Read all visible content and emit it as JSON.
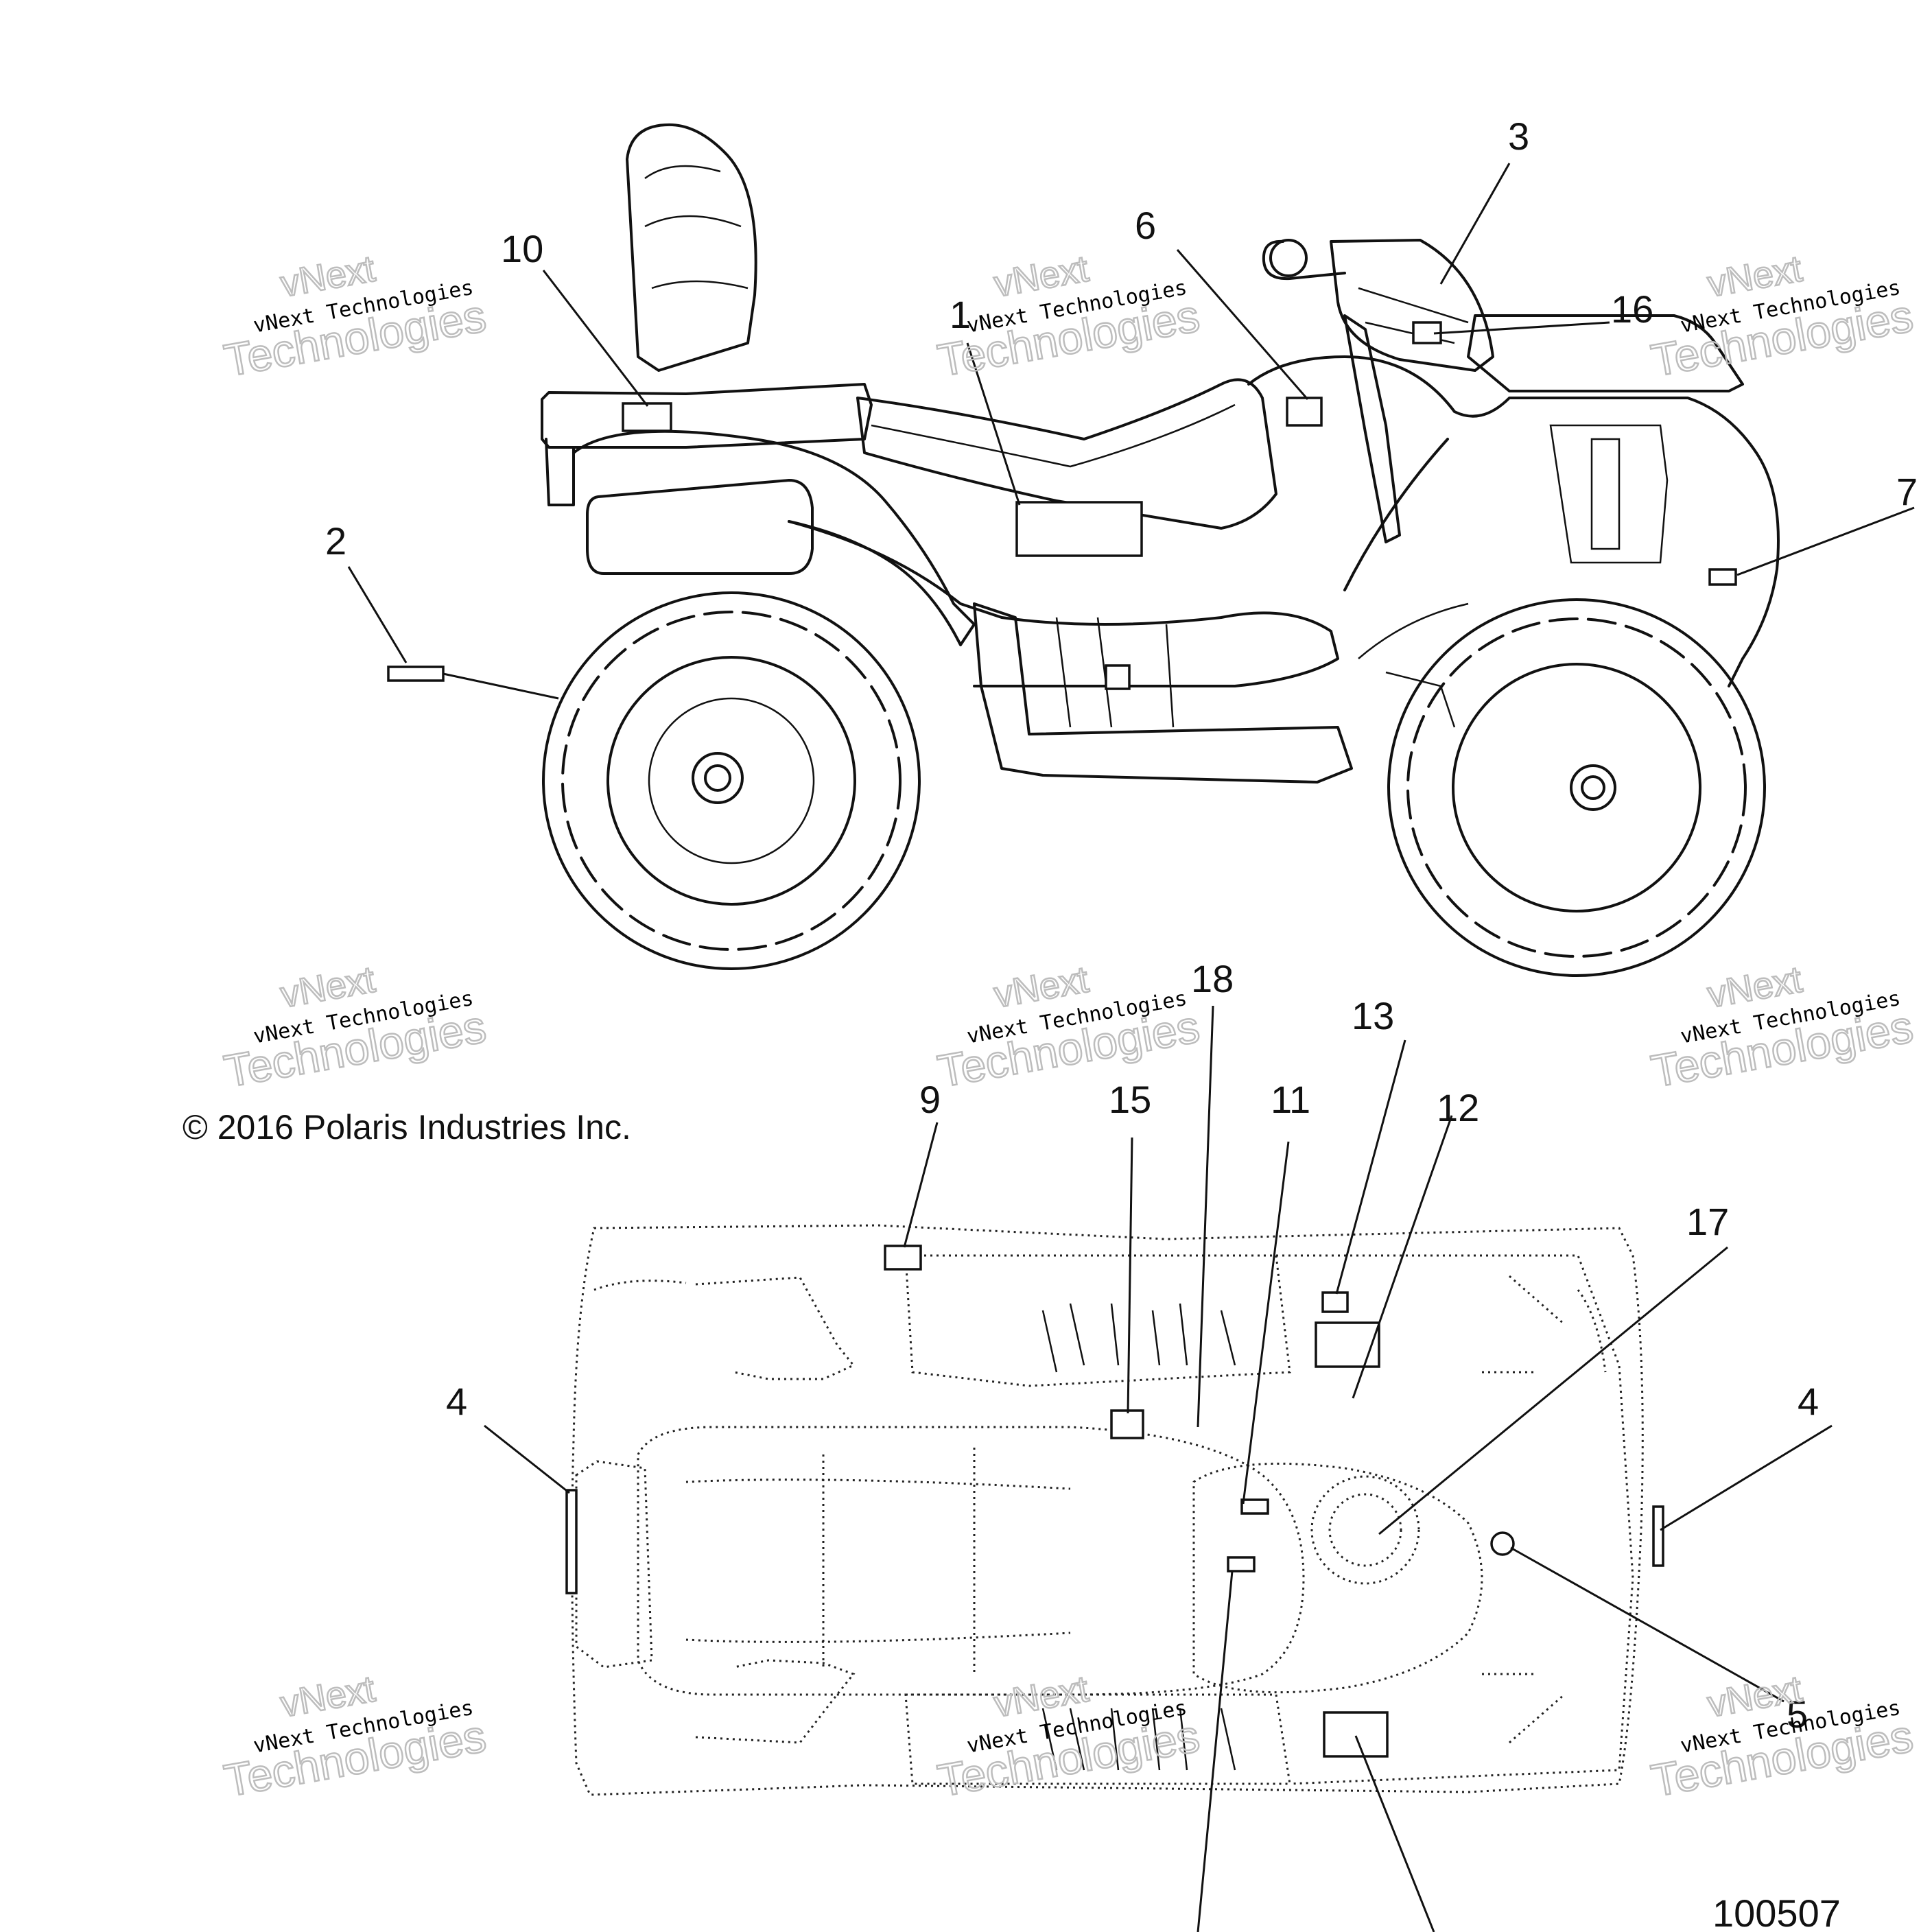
{
  "callouts": {
    "c1": "1",
    "c2": "2",
    "c3": "3",
    "c4a": "4",
    "c4b": "4",
    "c5": "5",
    "c6": "6",
    "c7": "7",
    "c9": "9",
    "c10": "10",
    "c11": "11",
    "c12": "12",
    "c13": "13",
    "c15": "15",
    "c16": "16",
    "c17": "17",
    "c18": "18"
  },
  "watermark": {
    "line1": "vNext",
    "line2": "vNext Technologies",
    "line3": "Technologies"
  },
  "copyright": "© 2016 Polaris Industries Inc.",
  "drawing_number": "100507",
  "colors": {
    "ink": "#111111",
    "watermark": "#bdbdbd",
    "background": "#ffffff"
  }
}
